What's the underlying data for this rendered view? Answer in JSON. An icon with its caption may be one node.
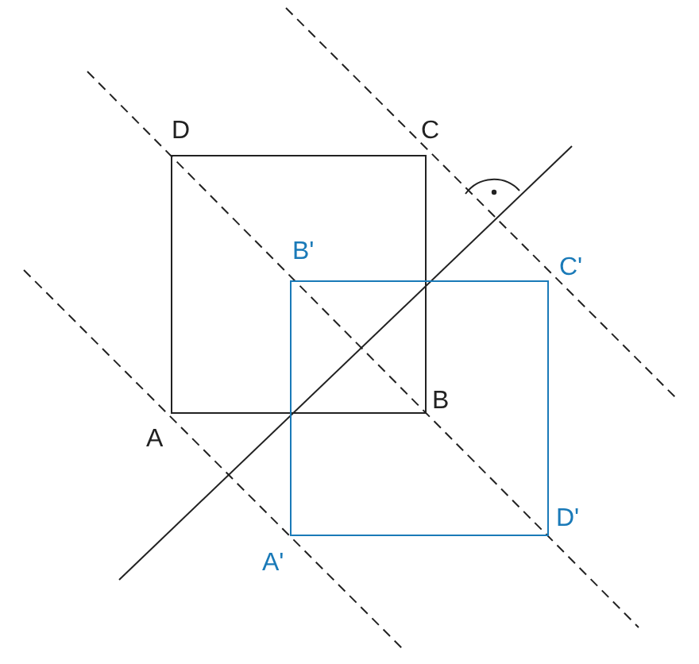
{
  "diagram": {
    "labels": [
      "D",
      "C",
      "B'",
      "C'",
      "A",
      "B",
      "A'",
      "D'"
    ]
  }
}
